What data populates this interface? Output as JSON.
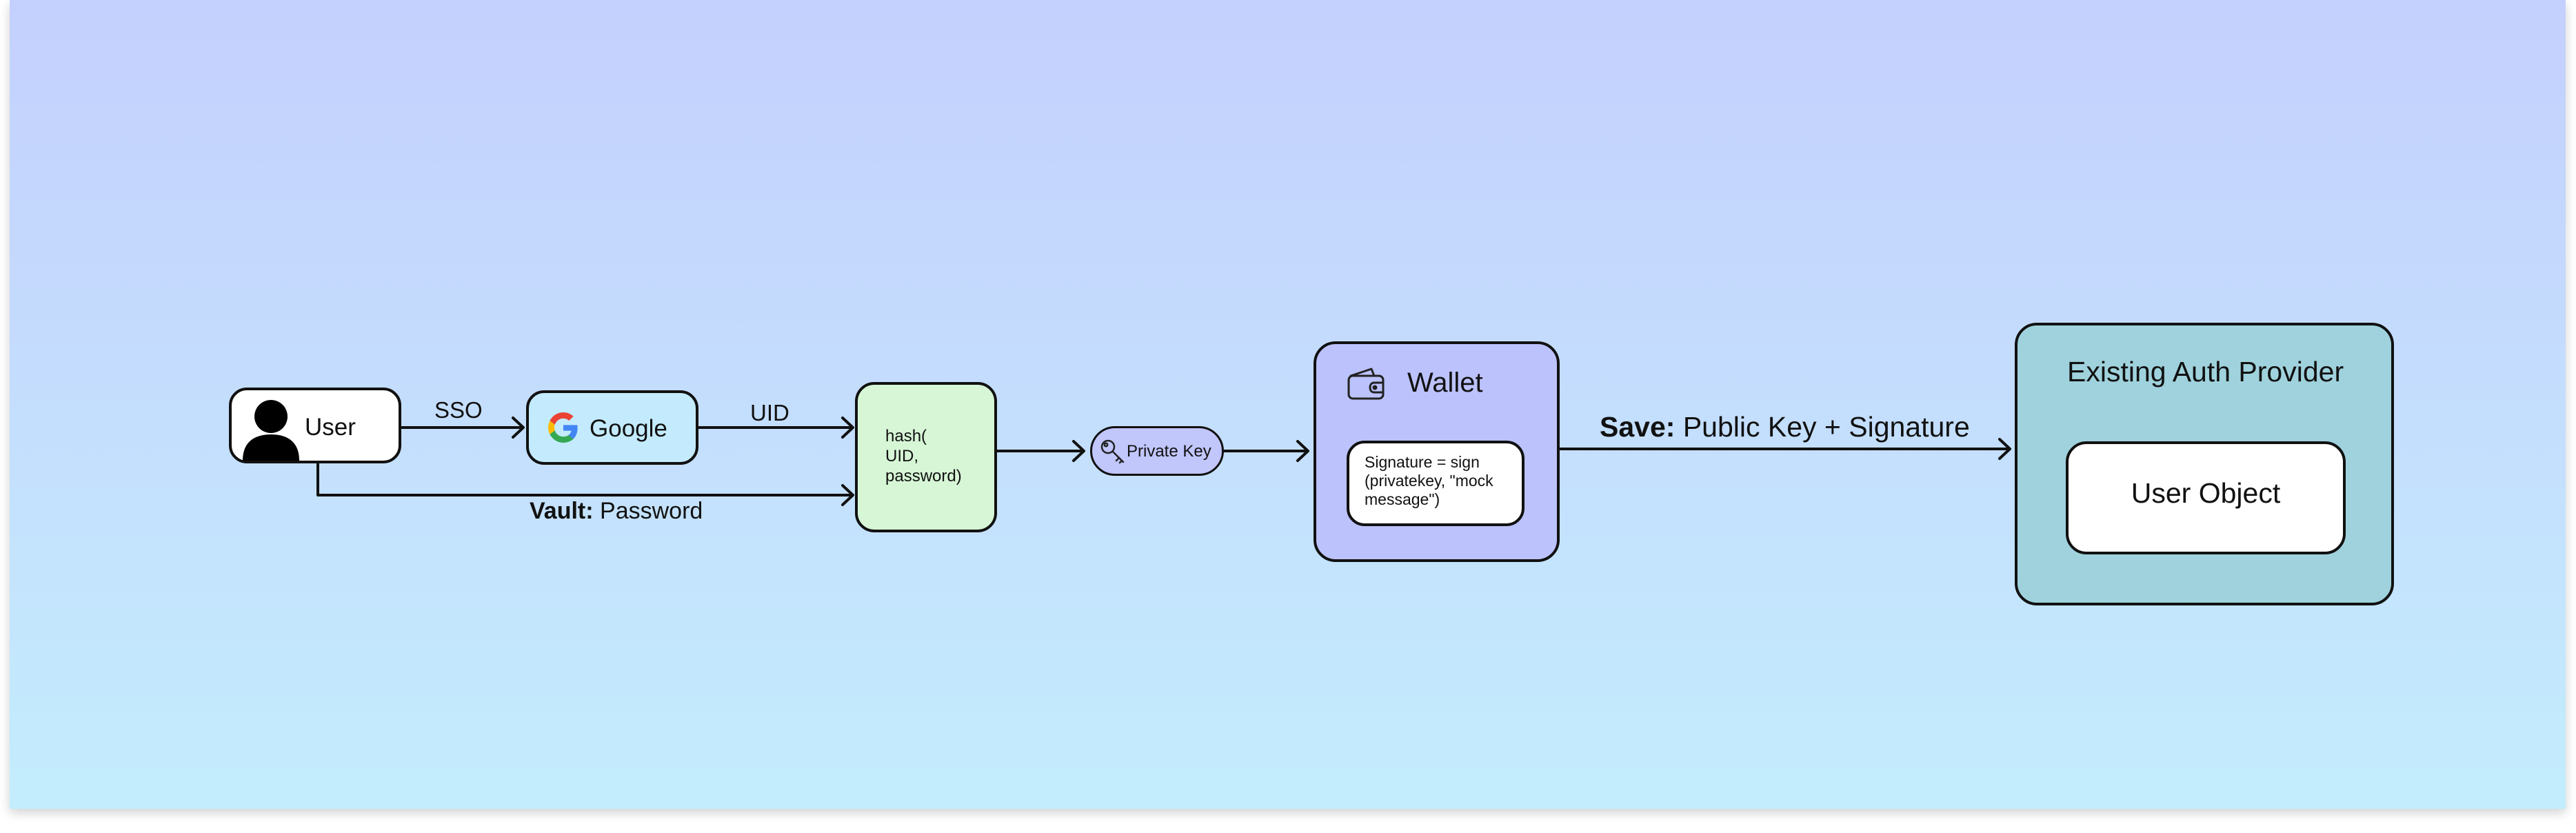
{
  "nodes": {
    "user": "User",
    "google": "Google",
    "hash": [
      "hash(",
      "UID,",
      "password)"
    ],
    "private_key": "Private Key",
    "wallet": "Wallet",
    "signature": [
      "Signature = sign",
      "(privatekey, \"mock",
      "message\")"
    ],
    "auth_provider": "Existing Auth Provider",
    "user_object": "User Object"
  },
  "edges": {
    "sso": "SSO",
    "uid": "UID",
    "vault_bold": "Vault:",
    "vault_rest": " Password",
    "save_bold": "Save:",
    "save_rest": " Public Key + Signature"
  },
  "colors": {
    "background_top": "#c4d0fd",
    "background_bottom": "#c3edfd",
    "user_fill": "#ffffff",
    "google_fill": "#c3ebfd",
    "hash_fill": "#d6f6d6",
    "private_key_fill": "#c1c6fb",
    "wallet_fill": "#bcc2fb",
    "auth_provider_fill": "#9fd2dd",
    "stroke": "#111111"
  },
  "icons": {
    "user": "person-icon",
    "google": "google-g-icon",
    "private_key": "key-icon",
    "wallet": "wallet-icon"
  }
}
